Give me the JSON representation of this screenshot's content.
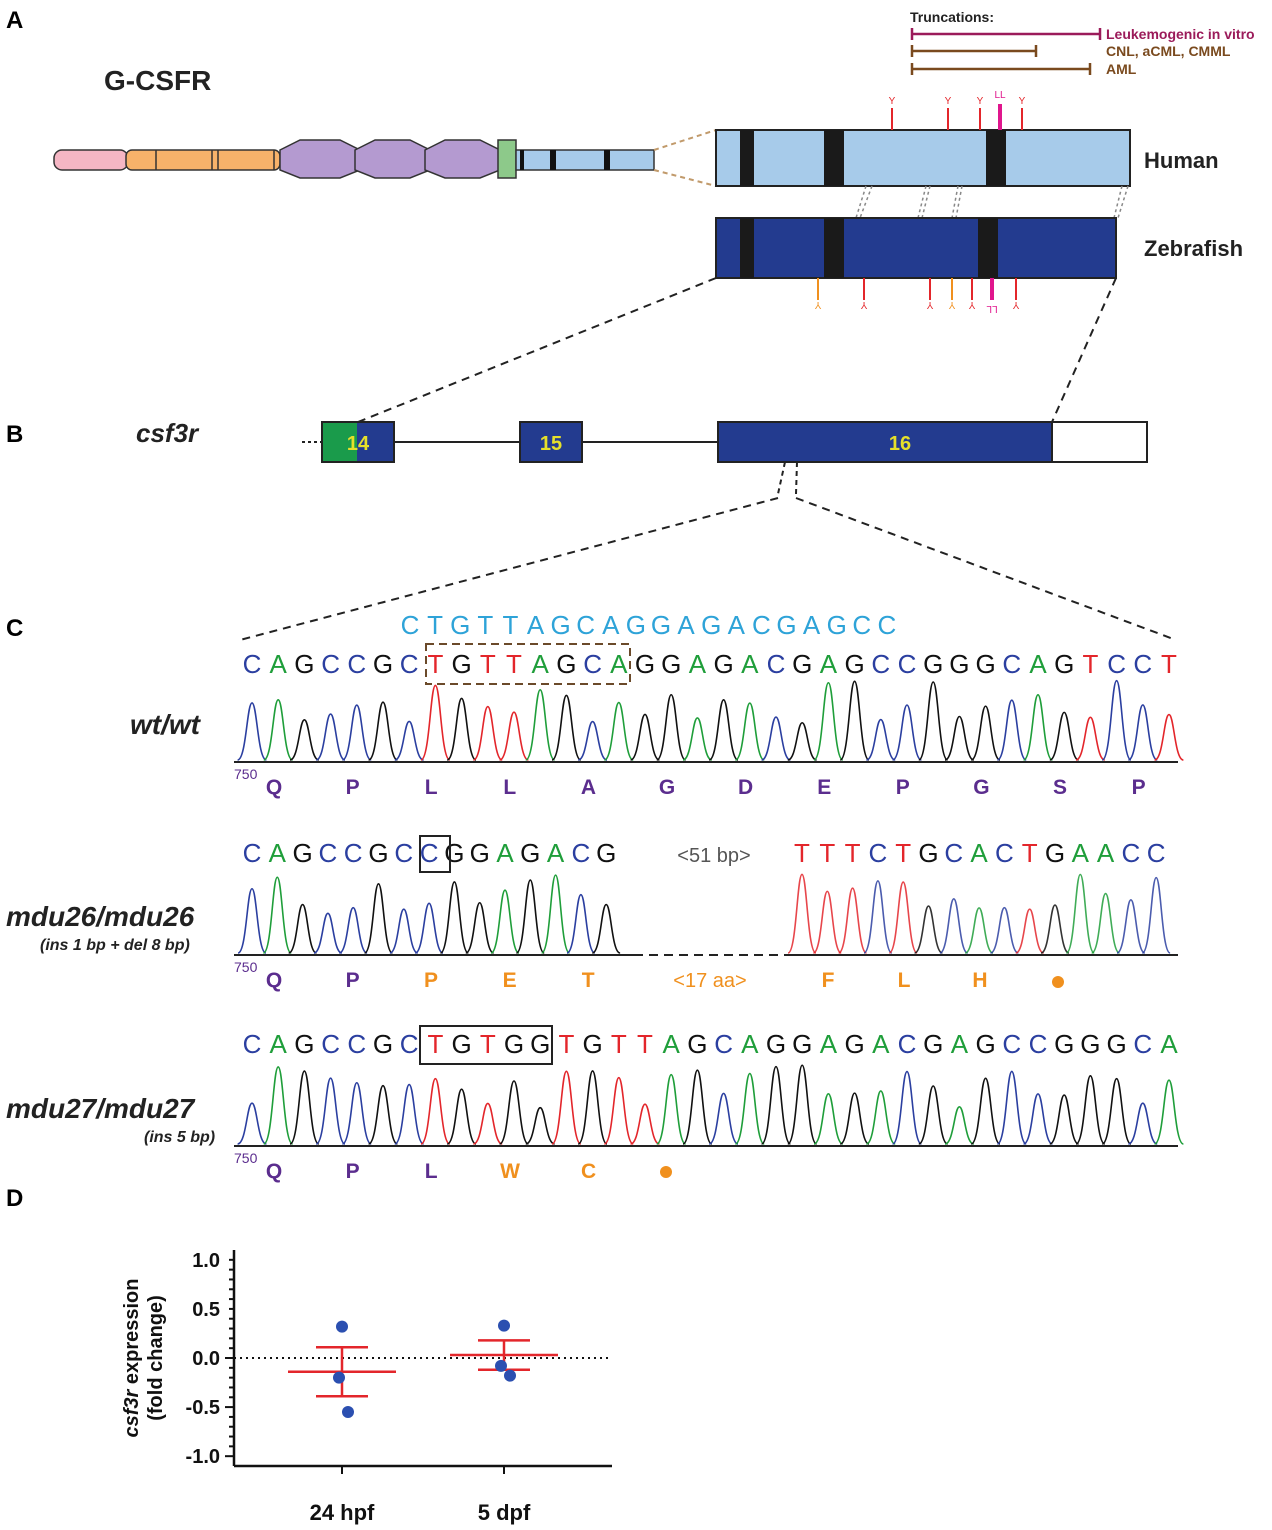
{
  "panel_a": {
    "label": "A",
    "title": "G-CSFR",
    "truncations_label": "Truncations:",
    "truncations": [
      {
        "label": "Leukemogenic in vitro",
        "color": "#9b1b5a"
      },
      {
        "label": "CNL, aCML, CMML",
        "color": "#7a4a1e"
      },
      {
        "label": "AML",
        "color": "#7a4a1e"
      }
    ],
    "species": [
      "Human",
      "Zebrafish"
    ],
    "tyrosine_symbol": "Y",
    "ll_symbol": "LL"
  },
  "panel_b": {
    "label": "B",
    "gene": "csf3r",
    "exons": [
      "14",
      "15",
      "16"
    ]
  },
  "panel_c": {
    "label": "C",
    "guide": "CTGTTAGCAGGAGACGAGCC",
    "position": "750",
    "rows": [
      {
        "genotype": "wt/wt",
        "note": "",
        "sequence": "CAGCCGCTGTTAGCAGGAGACGAGCCGGGCAGTCCT",
        "aa": [
          "Q",
          "P",
          "L",
          "L",
          "A",
          "G",
          "D",
          "E",
          "P",
          "G",
          "S",
          "P"
        ]
      },
      {
        "genotype": "mdu26/mdu26",
        "note": "(ins 1 bp + del 8 bp)",
        "sequence_left": "CAGCCGCCGGAGACG",
        "gap": "<51 bp>",
        "sequence_right": "TTTCTGCACTGAACC",
        "aa": [
          "Q",
          "P",
          "P",
          "E",
          "T"
        ],
        "aa_gap": "<17 aa>",
        "aa_right": [
          "F",
          "L",
          "H"
        ]
      },
      {
        "genotype": "mdu27/mdu27",
        "note": "(ins 5 bp)",
        "sequence": "CAGCCGCTGTGGTGTTAGCAGGAGACGAGCCGGGCA",
        "aa": [
          "Q",
          "P",
          "L",
          "W",
          "C"
        ]
      }
    ],
    "colors": {
      "A": "#1f9e3a",
      "C": "#2b3fa0",
      "G": "#111111",
      "T": "#e3262b",
      "aa_wt": "#5b2d8e",
      "aa_mut": "#f0901e",
      "guide": "#2ea3d8"
    }
  },
  "panel_d": {
    "label": "D",
    "chart_data": {
      "type": "scatter",
      "categories": [
        "24 hpf",
        "5 dpf"
      ],
      "points": [
        [
          0.32,
          -0.2,
          -0.55
        ],
        [
          0.33,
          -0.08,
          -0.18
        ]
      ],
      "mean": [
        -0.14,
        0.03
      ],
      "sem": [
        0.25,
        0.15
      ],
      "ylabel_italic": "csf3r",
      "ylabel_rest": " expression",
      "ylabel_line2": "(fold change)",
      "ylim": [
        -1.0,
        1.0
      ],
      "yticks": [
        "1.0",
        "0.5",
        "0.0",
        "-0.5",
        "-1.0"
      ],
      "reference_line": 0.0
    }
  }
}
